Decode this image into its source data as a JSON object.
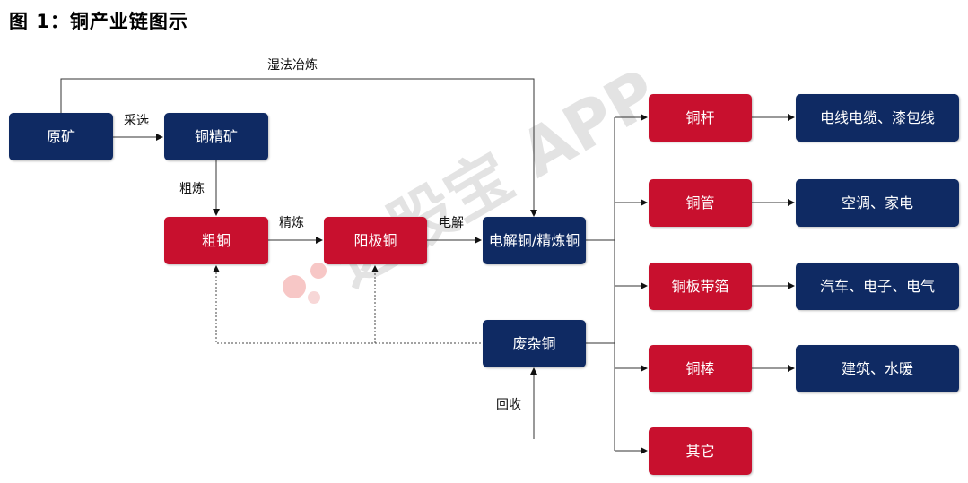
{
  "title": "图 1：铜产业链图示",
  "boxes": {
    "raw_ore": "原矿",
    "concentrate": "铜精矿",
    "blister": "粗铜",
    "anode": "阳极铜",
    "cathode": "电解铜/精炼铜",
    "scrap": "废杂铜",
    "rod": "铜杆",
    "tube": "铜管",
    "plate": "铜板带箔",
    "bar": "铜棒",
    "other": "其它",
    "use_wire": "电线电缆、漆包线",
    "use_ac": "空调、家电",
    "use_auto": "汽车、电子、电气",
    "use_build": "建筑、水暖"
  },
  "labels": {
    "hydrometallurgy": "湿法冶炼",
    "beneficiation": "采选",
    "smelting": "粗炼",
    "refining": "精炼",
    "electrolysis": "电解",
    "recycling": "回收"
  },
  "watermark": "选股宝 APP",
  "colors": {
    "navy": "#0f2a63",
    "red": "#c8102e"
  }
}
